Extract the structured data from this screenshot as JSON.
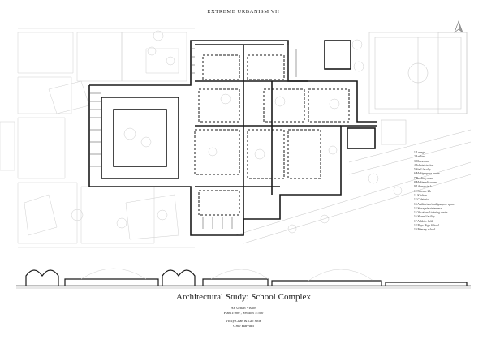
{
  "header": {
    "label": "EXTREME URBANISM VII"
  },
  "legend": {
    "items": [
      "1 Lounge",
      "2 Lockers",
      "3 Classroom",
      "4 Administration",
      "5 Staff faculty",
      "6 Multipurpose rooms",
      "7 Reading room",
      "8 Multimedia room",
      "9 Library stack",
      "10 Science lab",
      "11 Kitchen",
      "12 Cafeteria",
      "13 Auditorium/multipurpose space",
      "14 Storage/maintenance",
      "15 Vocational training center",
      "16 Shared facility",
      "17 Athletic field",
      "18 Boys High School",
      "19 Primary school"
    ]
  },
  "title_block": {
    "title": "Architectural Study: School Complex",
    "vision": "An Urban Vision",
    "scale": "Plan 1:900 , Section 1:500",
    "authors": "Vicky Chan & Gio Shin",
    "school": "GSD Harvard"
  },
  "colors": {
    "wall": "#1a1a1a",
    "context": "#c9c9c9",
    "ground": "#555555"
  }
}
